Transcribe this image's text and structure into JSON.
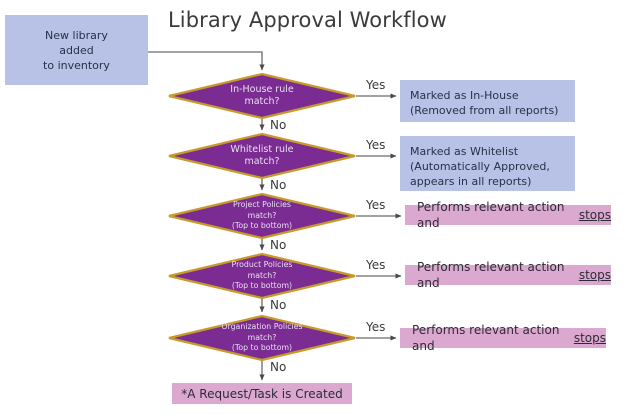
{
  "diagram": {
    "title": "Library Approval Workflow",
    "start_node": {
      "name": "new-library-node",
      "lines": [
        "New library",
        "added",
        "to inventory"
      ],
      "text": "New library\nadded\nto inventory",
      "fill": "#b7c2e6"
    },
    "decisions": [
      {
        "id": "in-house",
        "line1": "In-House rule",
        "line2": "match?",
        "line3": "",
        "yes_label": "Yes",
        "no_label": "No",
        "fill": "#7b2c92",
        "stroke": "#c79a2a"
      },
      {
        "id": "whitelist",
        "line1": "Whitelist rule",
        "line2": "match?",
        "line3": "",
        "yes_label": "Yes",
        "no_label": "No",
        "fill": "#7b2c92",
        "stroke": "#c79a2a"
      },
      {
        "id": "project-policies",
        "line1": "Project Policies",
        "line2": "match?",
        "line3": "(Top to bottom)",
        "yes_label": "Yes",
        "no_label": "No",
        "fill": "#7b2c92",
        "stroke": "#c79a2a"
      },
      {
        "id": "product-policies",
        "line1": "Product Policies",
        "line2": "match?",
        "line3": "(Top to bottom)",
        "yes_label": "Yes",
        "no_label": "No",
        "fill": "#7b2c92",
        "stroke": "#c79a2a"
      },
      {
        "id": "organization-policies",
        "line1": "Organization Policies",
        "line2": "match?",
        "line3": "(Top to bottom)",
        "yes_label": "Yes",
        "no_label": "No",
        "fill": "#7b2c92",
        "stroke": "#c79a2a"
      }
    ],
    "outcomes": [
      {
        "id": "in-house-outcome",
        "style": "blue",
        "line1": "Marked as In-House",
        "line2": "(Removed from all reports)",
        "line3": "",
        "fill": "#b7c2e6"
      },
      {
        "id": "whitelist-outcome",
        "style": "blue",
        "line1": "Marked as Whitelist",
        "line2": "(Automatically Approved,",
        "line3": "appears in all reports)",
        "fill": "#b7c2e6"
      },
      {
        "id": "project-policies-outcome",
        "style": "pink",
        "text_pre": "Performs relevant action and ",
        "text_underlined": "stops",
        "fill": "#dba9cf"
      },
      {
        "id": "product-policies-outcome",
        "style": "pink",
        "text_pre": "Performs relevant action and ",
        "text_underlined": "stops",
        "fill": "#dba9cf"
      },
      {
        "id": "organization-policies-outcome",
        "style": "pink",
        "text_pre": "Performs relevant action and ",
        "text_underlined": "stops",
        "fill": "#dba9cf"
      }
    ],
    "terminal_node": {
      "name": "request-task-created-node",
      "text": "*A Request/Task is Created",
      "fill": "#dba9cf"
    },
    "edge_labels": {
      "yes": "Yes",
      "no": "No"
    },
    "colors": {
      "background": "#ffffff",
      "blue_fill": "#b7c2e6",
      "pink_fill": "#dba9cf",
      "diamond_fill": "#7b2c92",
      "diamond_stroke": "#c79a2a",
      "connector": "#595959",
      "title_text": "#3b3b3b"
    }
  }
}
